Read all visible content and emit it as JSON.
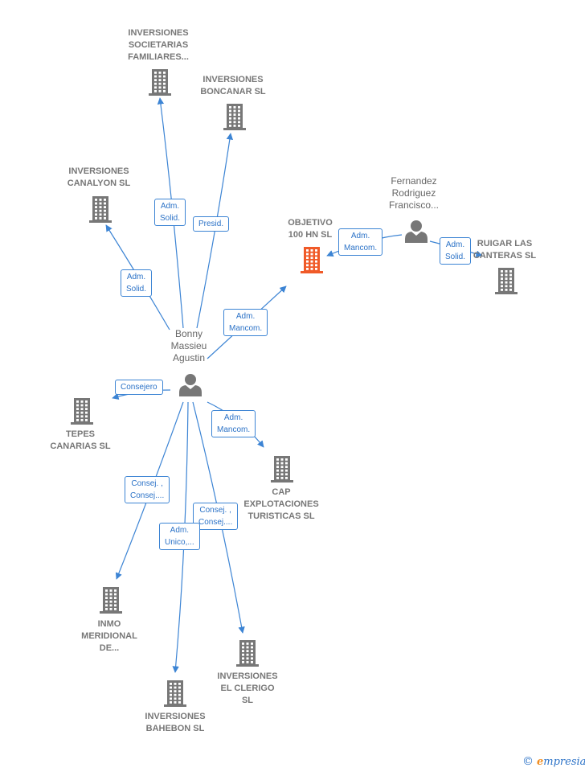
{
  "companies": [
    {
      "id": "ccanalyon",
      "label": [
        "INVERSIONES",
        "CANALYON  SL"
      ],
      "highlight": false
    },
    {
      "id": "csocietarias",
      "label": [
        "INVERSIONES",
        "SOCIETARIAS",
        "FAMILIARES..."
      ],
      "highlight": false
    },
    {
      "id": "cboncanar",
      "label": [
        "INVERSIONES",
        "BONCANAR  SL"
      ],
      "highlight": false
    },
    {
      "id": "cobjetivo",
      "label": [
        "OBJETIVO",
        "100 HN  SL"
      ],
      "highlight": true
    },
    {
      "id": "cruigar",
      "label": [
        "RUIGAR LAS",
        "CANTERAS SL"
      ],
      "highlight": false
    },
    {
      "id": "ctepes",
      "label": [
        "TEPES",
        "CANARIAS  SL"
      ],
      "highlight": false
    },
    {
      "id": "ccap",
      "label": [
        "CAP",
        "EXPLOTACIONES",
        "TURISTICAS SL"
      ],
      "highlight": false
    },
    {
      "id": "cinmo",
      "label": [
        "INMO",
        "MERIDIONAL",
        "DE..."
      ],
      "highlight": false
    },
    {
      "id": "cclerigo",
      "label": [
        "INVERSIONES",
        "EL CLERIGO",
        "SL"
      ],
      "highlight": false
    },
    {
      "id": "cbahebon",
      "label": [
        "INVERSIONES",
        "BAHEBON  SL"
      ],
      "highlight": false
    }
  ],
  "persons": [
    {
      "id": "pbonny",
      "label": [
        "Bonny",
        "Massieu",
        "Agustin"
      ]
    },
    {
      "id": "pfernandez",
      "label": [
        "Fernandez",
        "Rodriguez",
        "Francisco..."
      ]
    }
  ],
  "relations": [
    {
      "id": "r_canalyon",
      "label": [
        "Adm.",
        "Solid."
      ]
    },
    {
      "id": "r_societarias",
      "label": [
        "Adm.",
        "Solid."
      ]
    },
    {
      "id": "r_boncanar",
      "label": [
        "Presid."
      ]
    },
    {
      "id": "r_objetivo",
      "label": [
        "Adm.",
        "Mancom."
      ]
    },
    {
      "id": "r_fern_obj",
      "label": [
        "Adm.",
        "Mancom."
      ]
    },
    {
      "id": "r_fern_ruigar",
      "label": [
        "Adm.",
        "Solid."
      ]
    },
    {
      "id": "r_tepes",
      "label": [
        "Consejero"
      ]
    },
    {
      "id": "r_cap",
      "label": [
        "Adm.",
        "Mancom."
      ]
    },
    {
      "id": "r_inmo",
      "label": [
        "Consej. ,",
        "Consej...."
      ]
    },
    {
      "id": "r_clerigo",
      "label": [
        "Consej. ,",
        "Consej...."
      ]
    },
    {
      "id": "r_bahebon",
      "label": [
        "Adm.",
        "Unico,..."
      ]
    }
  ],
  "colors": {
    "edge": "#3c84d4",
    "building": "#777777",
    "highlight": "#f05a28",
    "person": "#777777"
  },
  "icons": {
    "company": "building-icon",
    "person": "person-icon"
  },
  "footer": {
    "copyright": "©",
    "brand_initial": "e",
    "brand_rest": "mpresia"
  }
}
